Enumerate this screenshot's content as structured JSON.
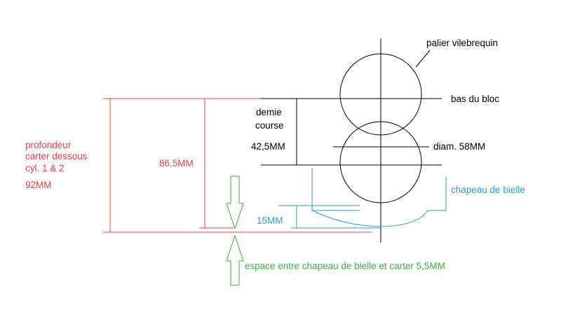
{
  "labels": {
    "palier": "palier vilebrequin",
    "bas_du_bloc": "bas du bloc",
    "demie_1": "demie",
    "demie_2": "course",
    "demi_course_val": "42,5MM",
    "diam": "diam. 58MM",
    "chapeau": "chapeau de bielle",
    "profondeur_1": "profondeur",
    "profondeur_2": "carter dessous",
    "profondeur_3": "cyl. 1 & 2",
    "profondeur_val": "92MM",
    "dim_86": "86,5MM",
    "dim_15": "15MM",
    "espace": "espace entre chapeau de bielle et carter 5,5MM"
  },
  "colors": {
    "line": "#000000",
    "red": "#e8404a",
    "blue": "#2f9bd8",
    "green": "#3fae3f"
  }
}
